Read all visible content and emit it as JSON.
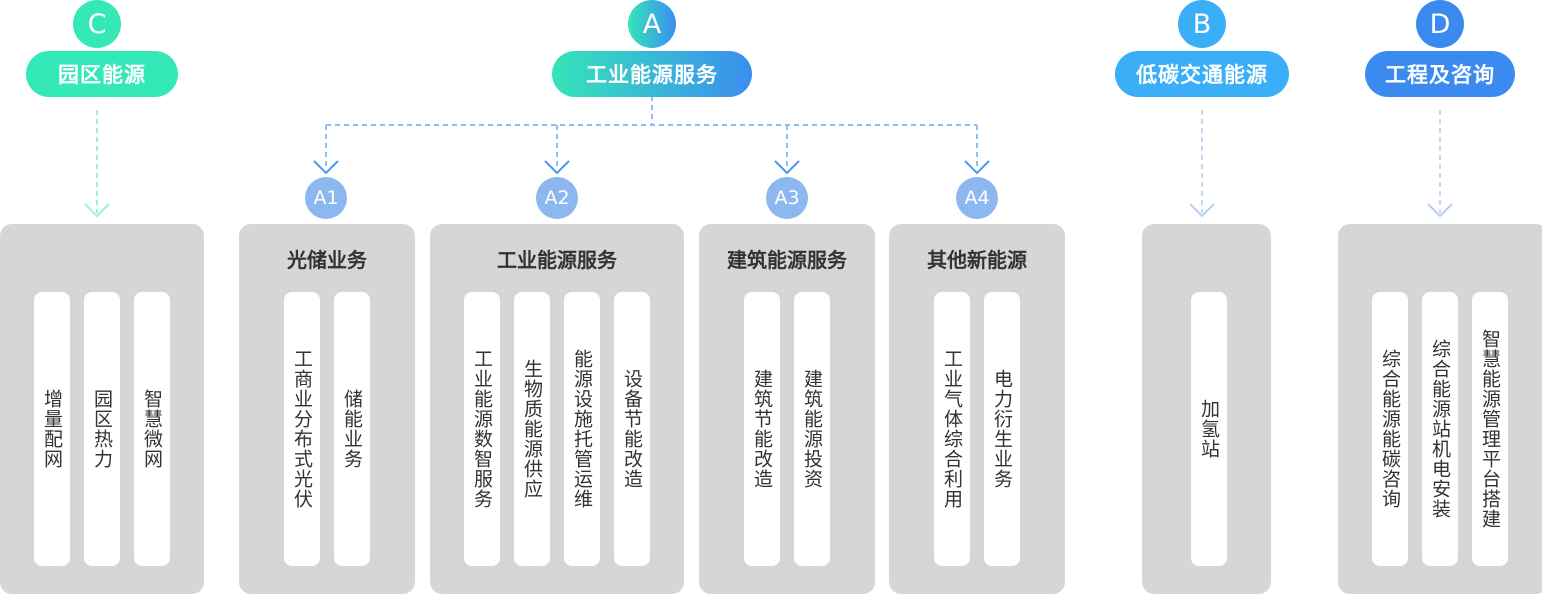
{
  "categories": [
    {
      "letter": "C",
      "title": "园区能源",
      "color_start": "#34e8b8",
      "color_end": "#34e8b8"
    },
    {
      "letter": "A",
      "title": "工业能源服务",
      "color_start": "#36e4b9",
      "color_end": "#3a8ef0"
    },
    {
      "letter": "B",
      "title": "低碳交通能源",
      "color_start": "#3aaef6",
      "color_end": "#3aaef6"
    },
    {
      "letter": "D",
      "title": "工程及咨询",
      "color_start": "#3a8af0",
      "color_end": "#3a8af0"
    }
  ],
  "subcategories": [
    {
      "label": "A1"
    },
    {
      "label": "A2"
    },
    {
      "label": "A3"
    },
    {
      "label": "A4"
    }
  ],
  "panels": [
    {
      "title": "",
      "items": [
        "增量配网",
        "园区热力",
        "智慧微网"
      ]
    },
    {
      "title": "光储业务",
      "items": [
        "工商业分布式光伏",
        "储能业务"
      ]
    },
    {
      "title": "工业能源服务",
      "items": [
        "工业能源数智服务",
        "生物质能源供应",
        "能源设施托管运维",
        "设备节能改造"
      ]
    },
    {
      "title": "建筑能源服务",
      "items": [
        "建筑节能改造",
        "建筑能源投资"
      ]
    },
    {
      "title": "其他新能源",
      "items": [
        "工业气体综合利用",
        "电力衍生业务"
      ]
    },
    {
      "title": "",
      "items": [
        "加氢站"
      ]
    },
    {
      "title": "",
      "items": [
        "综合能源能碳咨询",
        "综合能源站机电安装",
        "智慧能源管理平台搭建"
      ]
    }
  ],
  "colors": {
    "connector_blue": "#8cc0f0",
    "connector_green": "#9ff0d8",
    "connector_light": "#c4d6f0",
    "arrow_blue": "#4a9af0",
    "panel_bg": "#d6d6d6"
  }
}
